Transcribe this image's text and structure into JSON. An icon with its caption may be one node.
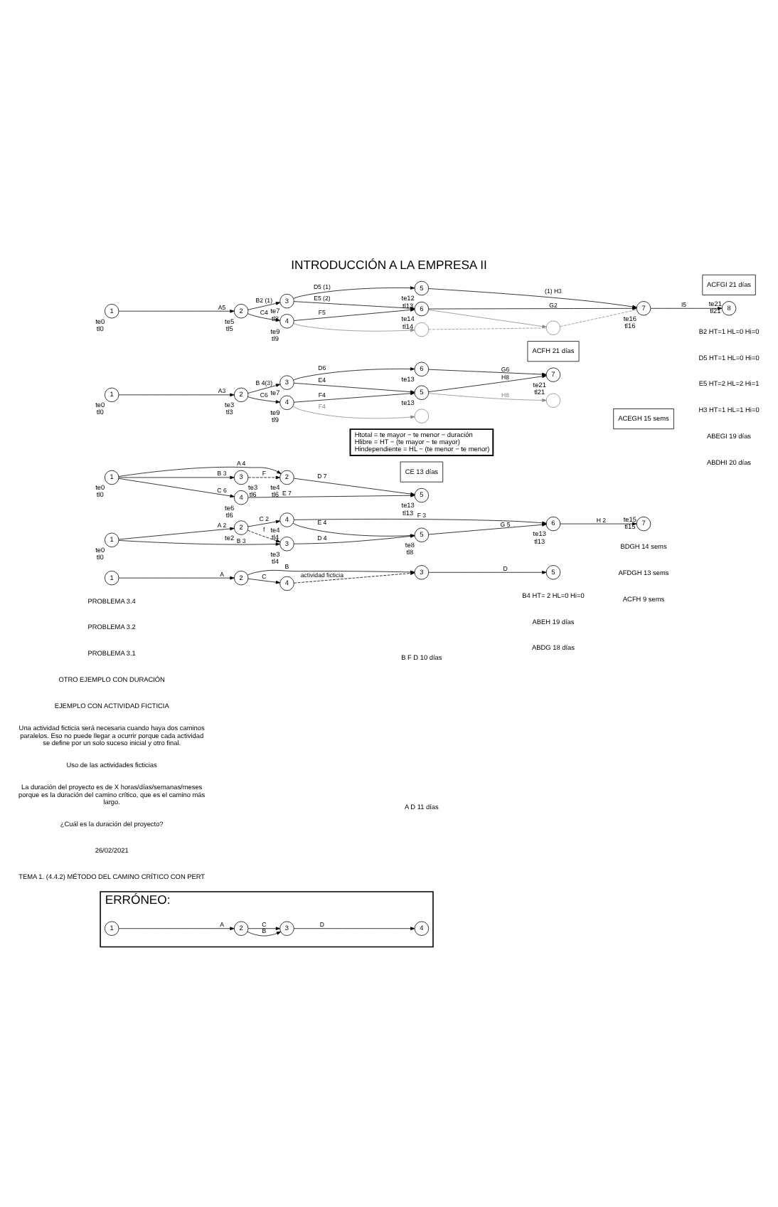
{
  "diagram": {
    "title": "INTRODUCCIÓN A LA EMPRESA II",
    "nodes": [
      {
        "text": [
          "1"
        ]
      },
      {
        "text": [
          "2"
        ]
      },
      {
        "text": [
          "3"
        ]
      },
      {
        "text": [
          "4"
        ]
      },
      {
        "text": [
          "5"
        ]
      },
      {
        "text": [
          "ERRÓNEO:"
        ]
      },
      {
        "text": [
          "1"
        ],
        "in": 5
      },
      {
        "text": [
          "2"
        ],
        "in": 5
      },
      {
        "text": [
          "3"
        ],
        "in": 5
      },
      {
        "text": [
          "4"
        ],
        "in": 5
      },
      {
        "text": [
          "1"
        ],
        "beside": [
          "te0",
          "tl0"
        ]
      },
      {
        "text": [
          "2"
        ],
        "beside": [
          "te2"
        ]
      },
      {
        "text": [
          "3"
        ],
        "beside": [
          "te3",
          "tl4"
        ]
      },
      {
        "text": [
          "4"
        ],
        "beside": [
          "te4",
          "tl4"
        ]
      },
      {
        "text": [
          "5"
        ],
        "beside": [
          "te8",
          "tl8"
        ]
      },
      {
        "text": [
          "6"
        ],
        "beside": [
          "te13",
          "tl13"
        ]
      },
      {
        "text": [
          "7"
        ],
        "beside": [
          "te15",
          "tl15"
        ]
      },
      {
        "text": [
          "ACEGH 15 sems"
        ]
      },
      {
        "text": [
          "1"
        ],
        "beside": [
          "te0",
          "tl0"
        ]
      },
      {
        "text": [
          "2"
        ],
        "beside": [
          "te4",
          "tl6"
        ]
      },
      {
        "text": [
          "3"
        ],
        "beside": [
          "te3",
          "tl6"
        ]
      },
      {
        "text": [
          "4"
        ],
        "beside": [
          "te6",
          "tl6"
        ]
      },
      {
        "text": [
          "5"
        ],
        "beside": [
          "te13",
          "tl13"
        ]
      },
      {
        "text": [
          "CE 13 días"
        ]
      },
      {
        "text": [
          "Htotal = te mayor − te menor − duración",
          "Hlibre = HT − (te mayor − te mayor)",
          "Hindependiente = HL − (te menor − te menor)"
        ]
      },
      {
        "text": [
          "1"
        ],
        "beside": [
          "te0",
          "tl0"
        ]
      },
      {
        "text": [
          "2"
        ],
        "beside": [
          "te3",
          "tl3"
        ]
      },
      {
        "text": [
          "3"
        ],
        "beside": [
          "te7"
        ]
      },
      {
        "text": [
          "4"
        ],
        "beside": [
          "te9",
          "tl9"
        ]
      },
      {
        "text": [
          "6"
        ],
        "beside": [
          "te13"
        ]
      },
      {
        "text": [
          "5"
        ],
        "beside": [
          "te13"
        ]
      },
      {
        "text": [
          "7"
        ],
        "beside": [
          "te21",
          "tl21"
        ]
      },
      {
        "text": [],
        "shape": "circle"
      },
      {
        "text": [],
        "shape": "circle"
      },
      {
        "text": [
          "ACFH 21 días"
        ]
      },
      {
        "text": [
          "1"
        ],
        "beside": [
          "te0",
          "tl0"
        ]
      },
      {
        "text": [
          "2"
        ],
        "beside": [
          "te5",
          "tl5"
        ]
      },
      {
        "text": [
          "3"
        ],
        "beside": [
          "te7",
          "tl8"
        ]
      },
      {
        "text": [
          "4"
        ],
        "beside": [
          "te9",
          "tl9"
        ]
      },
      {
        "text": [
          "5"
        ],
        "beside": [
          "te12",
          "tl13"
        ]
      },
      {
        "text": [
          "6"
        ],
        "beside": [
          "te14",
          "tl14"
        ]
      },
      {
        "text": [
          "7"
        ],
        "beside": [
          "te16",
          "tl16"
        ]
      },
      {
        "text": [
          "8"
        ],
        "beside": [
          "te21",
          "tl21"
        ]
      },
      {
        "text": [],
        "shape": "circle"
      },
      {
        "text": [],
        "shape": "circle"
      },
      {
        "text": [
          "ACFGI 21 días"
        ]
      }
    ],
    "edges": [
      {
        "from": 0,
        "to": 1,
        "arrow": "to",
        "label": "A"
      },
      {
        "from": 1,
        "to": 2,
        "arrow": "to",
        "label": "B"
      },
      {
        "from": 1,
        "to": 3,
        "arrow": "to",
        "label": "C"
      },
      {
        "from": 2,
        "to": 4,
        "arrow": "to",
        "label": "D"
      },
      {
        "from": 3,
        "to": 2,
        "arrow": "to",
        "label": "actividad ficticia",
        "style": "dashed"
      },
      {
        "from": 6,
        "to": 7,
        "arrow": "to",
        "label": "A"
      },
      {
        "from": 7,
        "to": 8,
        "arrow": "to",
        "label": "B"
      },
      {
        "from": 7,
        "to": 8,
        "arrow": "to",
        "label": "C"
      },
      {
        "from": 8,
        "to": 9,
        "arrow": "to",
        "label": "D"
      },
      {
        "from": 10,
        "to": 11,
        "arrow": "to",
        "label": "A 2"
      },
      {
        "from": 10,
        "to": 12,
        "arrow": "to",
        "label": "B 3"
      },
      {
        "from": 11,
        "to": 12,
        "arrow": "to",
        "label": "f",
        "style": "dashed"
      },
      {
        "from": 11,
        "to": 13,
        "arrow": "to",
        "label": "C 2"
      },
      {
        "from": 12,
        "to": 14,
        "arrow": "to",
        "label": "D 4"
      },
      {
        "from": 13,
        "to": 14,
        "arrow": "to",
        "label": "E 4"
      },
      {
        "from": 13,
        "to": 15,
        "arrow": "to",
        "label": "F 3"
      },
      {
        "from": 14,
        "to": 15,
        "arrow": "to",
        "label": "G 5"
      },
      {
        "from": 15,
        "to": 16,
        "arrow": "to",
        "label": "H 2"
      },
      {
        "from": 18,
        "to": 19,
        "arrow": "to",
        "label": "A 4"
      },
      {
        "from": 18,
        "to": 20,
        "arrow": "to",
        "label": "B 3"
      },
      {
        "from": 18,
        "to": 21,
        "arrow": "to",
        "label": "C 6"
      },
      {
        "from": 20,
        "to": 19,
        "arrow": "to",
        "label": "F",
        "style": "dashed"
      },
      {
        "from": 19,
        "to": 22,
        "arrow": "to",
        "label": "D 7"
      },
      {
        "from": 21,
        "to": 22,
        "arrow": "to",
        "label": "E 7"
      },
      {
        "from": 25,
        "to": 26,
        "arrow": "to",
        "label": "A3"
      },
      {
        "from": 26,
        "to": 27,
        "arrow": "to",
        "label": "B 4(3)"
      },
      {
        "from": 26,
        "to": 28,
        "arrow": "to",
        "label": "C6"
      },
      {
        "from": 27,
        "to": 29,
        "arrow": "to",
        "label": "D6"
      },
      {
        "from": 27,
        "to": 30,
        "arrow": "to",
        "label": "E4"
      },
      {
        "from": 28,
        "to": 30,
        "arrow": "to",
        "label": "F4"
      },
      {
        "from": 28,
        "to": 33,
        "arrow": "to",
        "label": "F4",
        "color": "#888888"
      },
      {
        "from": 29,
        "to": 31,
        "arrow": "to",
        "label": "G6"
      },
      {
        "from": 30,
        "to": 31,
        "arrow": "to",
        "label": "H8"
      },
      {
        "from": 30,
        "to": 32,
        "arrow": "to",
        "label": "H8",
        "color": "#888888"
      },
      {
        "from": 35,
        "to": 36,
        "arrow": "to",
        "label": "A5"
      },
      {
        "from": 36,
        "to": 37,
        "arrow": "to",
        "label": "B2 (1)"
      },
      {
        "from": 36,
        "to": 38,
        "arrow": "to",
        "label": "C4"
      },
      {
        "from": 37,
        "to": 39,
        "arrow": "to",
        "label": "D5 (1)"
      },
      {
        "from": 37,
        "to": 40,
        "arrow": "to",
        "label": "E5 (2)"
      },
      {
        "from": 38,
        "to": 40,
        "arrow": "to",
        "label": "F5"
      },
      {
        "from": 39,
        "to": 41,
        "arrow": "to",
        "label": "(1) H3"
      },
      {
        "from": 40,
        "to": 41,
        "arrow": "to",
        "label": "G2"
      },
      {
        "from": 41,
        "to": 42,
        "arrow": "to",
        "label": "I5"
      },
      {
        "from": 40,
        "to": 43,
        "arrow": "to",
        "color": "#888888"
      },
      {
        "from": 38,
        "to": 44,
        "arrow": "to",
        "color": "#888888"
      },
      {
        "from": 44,
        "to": 43,
        "arrow": "none",
        "style": "dashed",
        "color": "#888888"
      },
      {
        "from": 43,
        "to": 41,
        "arrow": "none",
        "style": "dashed",
        "color": "#888888"
      }
    ],
    "labels": [
      "TEMA 1. (4.4.2) MÉTODO DEL CAMINO CRÍTICO CON PERT",
      "26/02/2021",
      "¿Cuál es la duración del proyecto?",
      "La duración del proyecto es de X horas/días/semanas/meses porque es la duración del camino crítico, que es el camino más largo.",
      "Uso de las actividades ficticias",
      "Una actividad ficticia será necesaria cuando haya dos caminos paralelos. Eso no puede llegar a ocurrir porque cada actividad se define por un solo suceso inicial y otro final.",
      "EJEMPLO CON ACTIVIDAD FICTICIA",
      "OTRO EJEMPLO CON DURACIÓN",
      "ACFH 9 sems",
      "AFDGH 13 sems",
      "BDGH 14 sems",
      "PROBLEMA 3.1",
      "A D 11 días",
      "B F D 10 días",
      "PROBLEMA 3.2",
      "ABDG 18 días",
      "ABEH 19 días",
      "B4 HT= 2 HL=0 Hi=0",
      "PROBLEMA 3.4",
      "ABDHI 20 días",
      "ABEGI 19 días",
      "H3 HT=1 HL=1 Hi=0",
      "E5 HT=2 HL=2 Hi=1",
      "D5 HT=1 HL=0 Hi=0",
      "B2 HT=1 HL=0 Hi=0"
    ]
  }
}
